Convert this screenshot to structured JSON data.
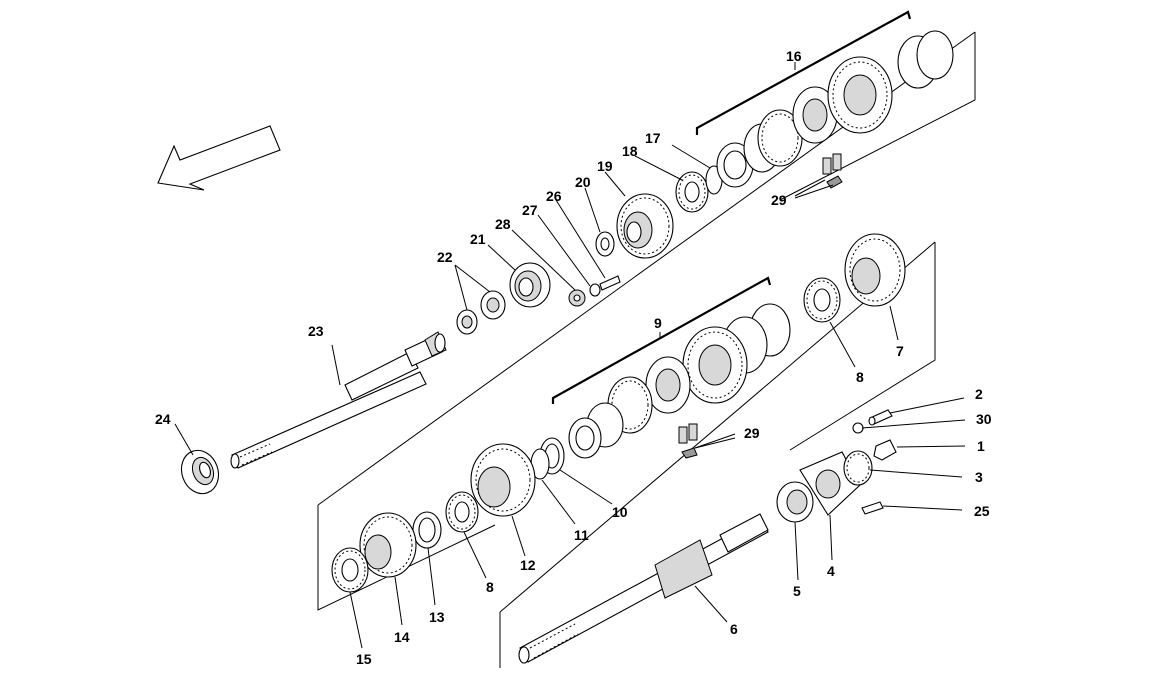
{
  "callouts": {
    "c1": "1",
    "c2": "2",
    "c3": "3",
    "c4": "4",
    "c5": "5",
    "c6": "6",
    "c7": "7",
    "c8a": "8",
    "c8b": "8",
    "c9": "9",
    "c10": "10",
    "c11": "11",
    "c12": "12",
    "c13": "13",
    "c14": "14",
    "c15": "15",
    "c16": "16",
    "c17": "17",
    "c18": "18",
    "c19": "19",
    "c20": "20",
    "c21": "21",
    "c22": "22",
    "c23": "23",
    "c24": "24",
    "c25": "25",
    "c26": "26",
    "c27": "27",
    "c28": "28",
    "c29a": "29",
    "c29b": "29",
    "c30": "30"
  },
  "icons": {
    "direction_arrow": "arrow-left-down-icon"
  }
}
